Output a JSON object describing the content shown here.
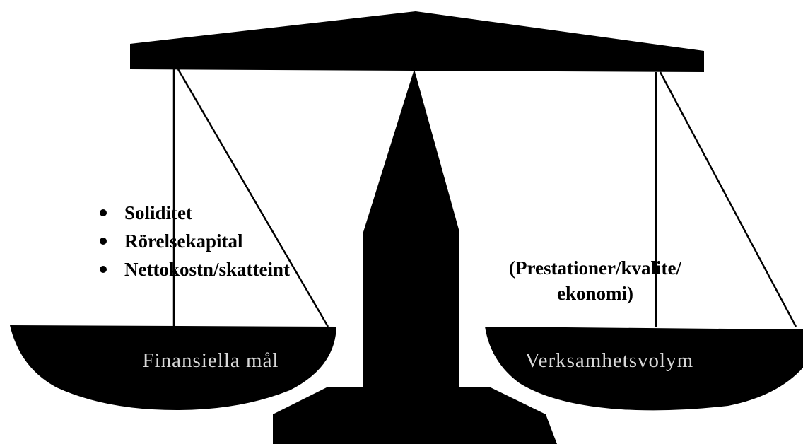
{
  "colors": {
    "ink": "#000000",
    "paper": "#ffffff",
    "pan_label": "#d8d8d8"
  },
  "left_pan": {
    "label": "Finansiella mål",
    "bullets": [
      "Soliditet",
      "Rörelsekapital",
      "Nettokostn/skatteint"
    ]
  },
  "right_pan": {
    "label": "Verksamhetsvolym",
    "note_line1": "(Prestationer/kvalite/",
    "note_line2": "ekonomi)"
  }
}
